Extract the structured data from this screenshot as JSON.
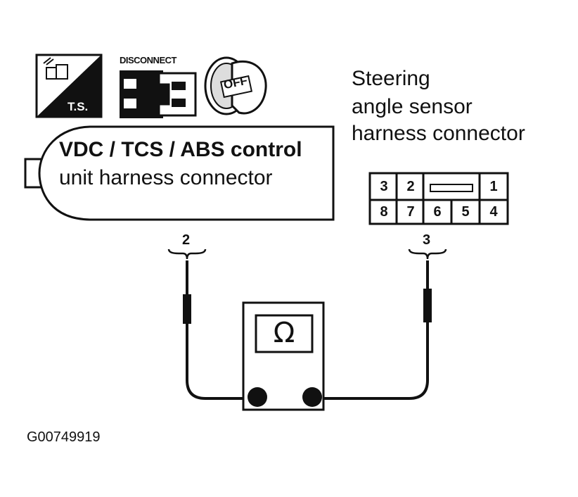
{
  "icons": {
    "ts_label": "T.S.",
    "disconnect_label": "DISCONNECT",
    "off_label": "OFF"
  },
  "control_unit": {
    "line1": "VDC / TCS / ABS control",
    "line2": "unit harness connector",
    "terminal": "2"
  },
  "steering_sensor": {
    "line1": "Steering",
    "line2": "angle sensor",
    "line3": "harness connector",
    "terminal": "3",
    "pins_top": [
      "3",
      "2",
      "1"
    ],
    "pins_bottom": [
      "8",
      "7",
      "6",
      "5",
      "4"
    ]
  },
  "meter": {
    "symbol": "Ω"
  },
  "figure_code": "G00749919"
}
